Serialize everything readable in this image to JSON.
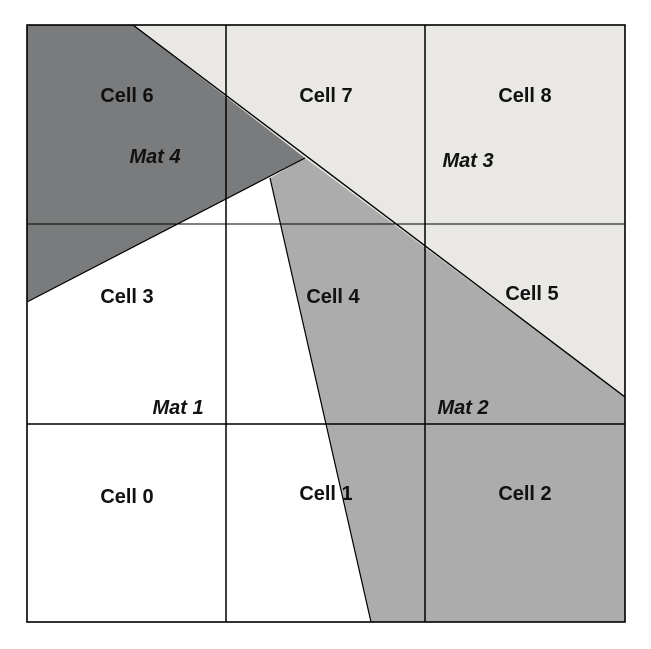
{
  "diagram": {
    "cells": [
      {
        "id": "cell-0",
        "label": "Cell 0"
      },
      {
        "id": "cell-1",
        "label": "Cell 1"
      },
      {
        "id": "cell-2",
        "label": "Cell 2"
      },
      {
        "id": "cell-3",
        "label": "Cell 3"
      },
      {
        "id": "cell-4",
        "label": "Cell 4"
      },
      {
        "id": "cell-5",
        "label": "Cell 5"
      },
      {
        "id": "cell-6",
        "label": "Cell 6"
      },
      {
        "id": "cell-7",
        "label": "Cell 7"
      },
      {
        "id": "cell-8",
        "label": "Cell 8"
      }
    ],
    "materials": [
      {
        "id": "mat-1",
        "label": "Mat 1",
        "color": "#ffffff"
      },
      {
        "id": "mat-2",
        "label": "Mat 2",
        "color": "#acacac"
      },
      {
        "id": "mat-3",
        "label": "Mat 3",
        "color": "#e9e8e5"
      },
      {
        "id": "mat-4",
        "label": "Mat 4",
        "color": "#7a7b7d"
      }
    ],
    "line_color": "#000000"
  }
}
